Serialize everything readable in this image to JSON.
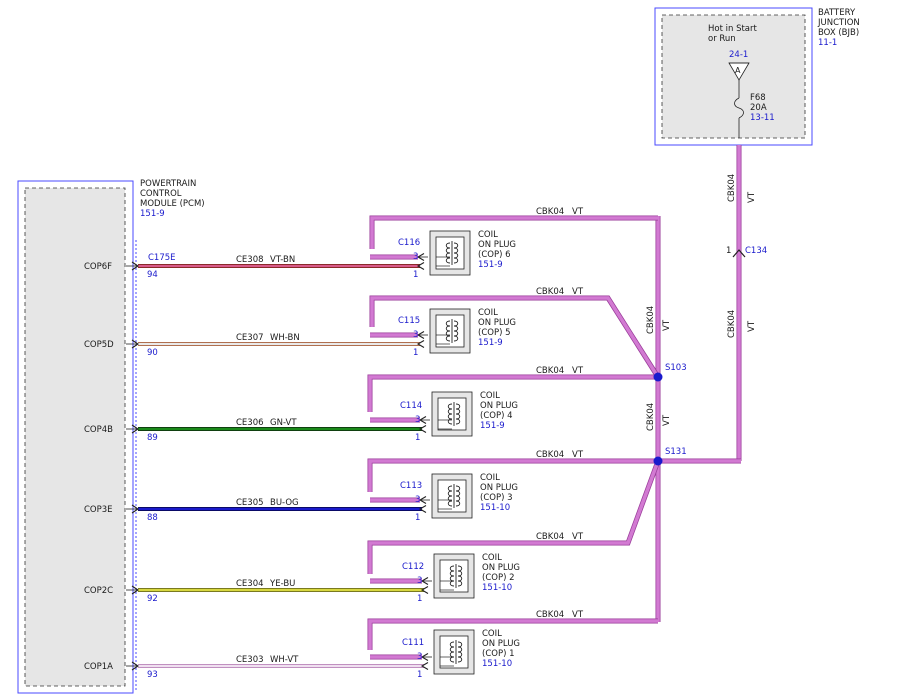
{
  "bjb": {
    "title_lines": [
      "BATTERY",
      "JUNCTION",
      "BOX (BJB)"
    ],
    "ref": "11-1",
    "hot_lines": [
      "Hot in Start",
      "or Run"
    ],
    "connector": "24-1",
    "pin": "A",
    "fuse": "F68",
    "fuse_rating": "20A",
    "fuse_ref": "13-11"
  },
  "pcm": {
    "title_lines": [
      "POWERTRAIN",
      "CONTROL",
      "MODULE (PCM)"
    ],
    "ref": "151-9",
    "connector": "C175E"
  },
  "feed": {
    "upper": {
      "circuit": "CBK04",
      "color": "VT"
    },
    "lower": {
      "circuit": "CBK04",
      "color": "VT"
    },
    "connector": "C134",
    "pin": "1"
  },
  "splices": {
    "s103": {
      "label": "S103",
      "circuit": "CBK04",
      "color": "VT"
    },
    "s131": {
      "label": "S131",
      "circuit": "CBK04",
      "color": "VT"
    }
  },
  "coils": [
    {
      "pcm_label": "COP6F",
      "pin": "94",
      "circuit": "CE308",
      "color": "VT-BN",
      "connector": "C116",
      "name_lines": [
        "COIL",
        "ON PLUG",
        "(COP) 6"
      ],
      "ref": "151-9",
      "feed_circuit": "CBK04",
      "feed_color": "VT",
      "pin_top": "3",
      "pin_bottom": "1"
    },
    {
      "pcm_label": "COP5D",
      "pin": "90",
      "circuit": "CE307",
      "color": "WH-BN",
      "connector": "C115",
      "name_lines": [
        "COIL",
        "ON PLUG",
        "(COP) 5"
      ],
      "ref": "151-9",
      "feed_circuit": "CBK04",
      "feed_color": "VT",
      "pin_top": "3",
      "pin_bottom": "1"
    },
    {
      "pcm_label": "COP4B",
      "pin": "89",
      "circuit": "CE306",
      "color": "GN-VT",
      "connector": "C114",
      "name_lines": [
        "COIL",
        "ON PLUG",
        "(COP) 4"
      ],
      "ref": "151-9",
      "feed_circuit": "CBK04",
      "feed_color": "VT",
      "pin_top": "3",
      "pin_bottom": "1"
    },
    {
      "pcm_label": "COP3E",
      "pin": "88",
      "circuit": "CE305",
      "color": "BU-OG",
      "connector": "C113",
      "name_lines": [
        "COIL",
        "ON PLUG",
        "(COP) 3"
      ],
      "ref": "151-10",
      "feed_circuit": "CBK04",
      "feed_color": "VT",
      "pin_top": "3",
      "pin_bottom": "1"
    },
    {
      "pcm_label": "COP2C",
      "pin": "92",
      "circuit": "CE304",
      "color": "YE-BU",
      "connector": "C112",
      "name_lines": [
        "COIL",
        "ON PLUG",
        "(COP) 2"
      ],
      "ref": "151-10",
      "feed_circuit": "CBK04",
      "feed_color": "VT",
      "pin_top": "3",
      "pin_bottom": "1"
    },
    {
      "pcm_label": "COP1A",
      "pin": "93",
      "circuit": "CE303",
      "color": "WH-VT",
      "connector": "C111",
      "name_lines": [
        "COIL",
        "ON PLUG",
        "(COP) 1"
      ],
      "ref": "151-10",
      "feed_circuit": "CBK04",
      "feed_color": "VT",
      "pin_top": "3",
      "pin_bottom": "1"
    }
  ],
  "wire_colors": {
    "violet": "#d27ad2",
    "violet_edge": "#9a3d9a",
    "splice": "#1a1acc",
    "VT-BN": {
      "a": "#d85a8a",
      "b": "#8b2a2a"
    },
    "WH-BN": {
      "a": "#eaeaea",
      "b": "#b07050"
    },
    "GN-VT": {
      "a": "#1a8a1a",
      "b": "#104010"
    },
    "BU-OG": {
      "a": "#1a1acc",
      "b": "#0a0a66"
    },
    "YE-BU": {
      "a": "#d8d840",
      "b": "#7a7a20"
    },
    "WH-VT": {
      "a": "#f0e0f0",
      "b": "#c090c0"
    }
  }
}
